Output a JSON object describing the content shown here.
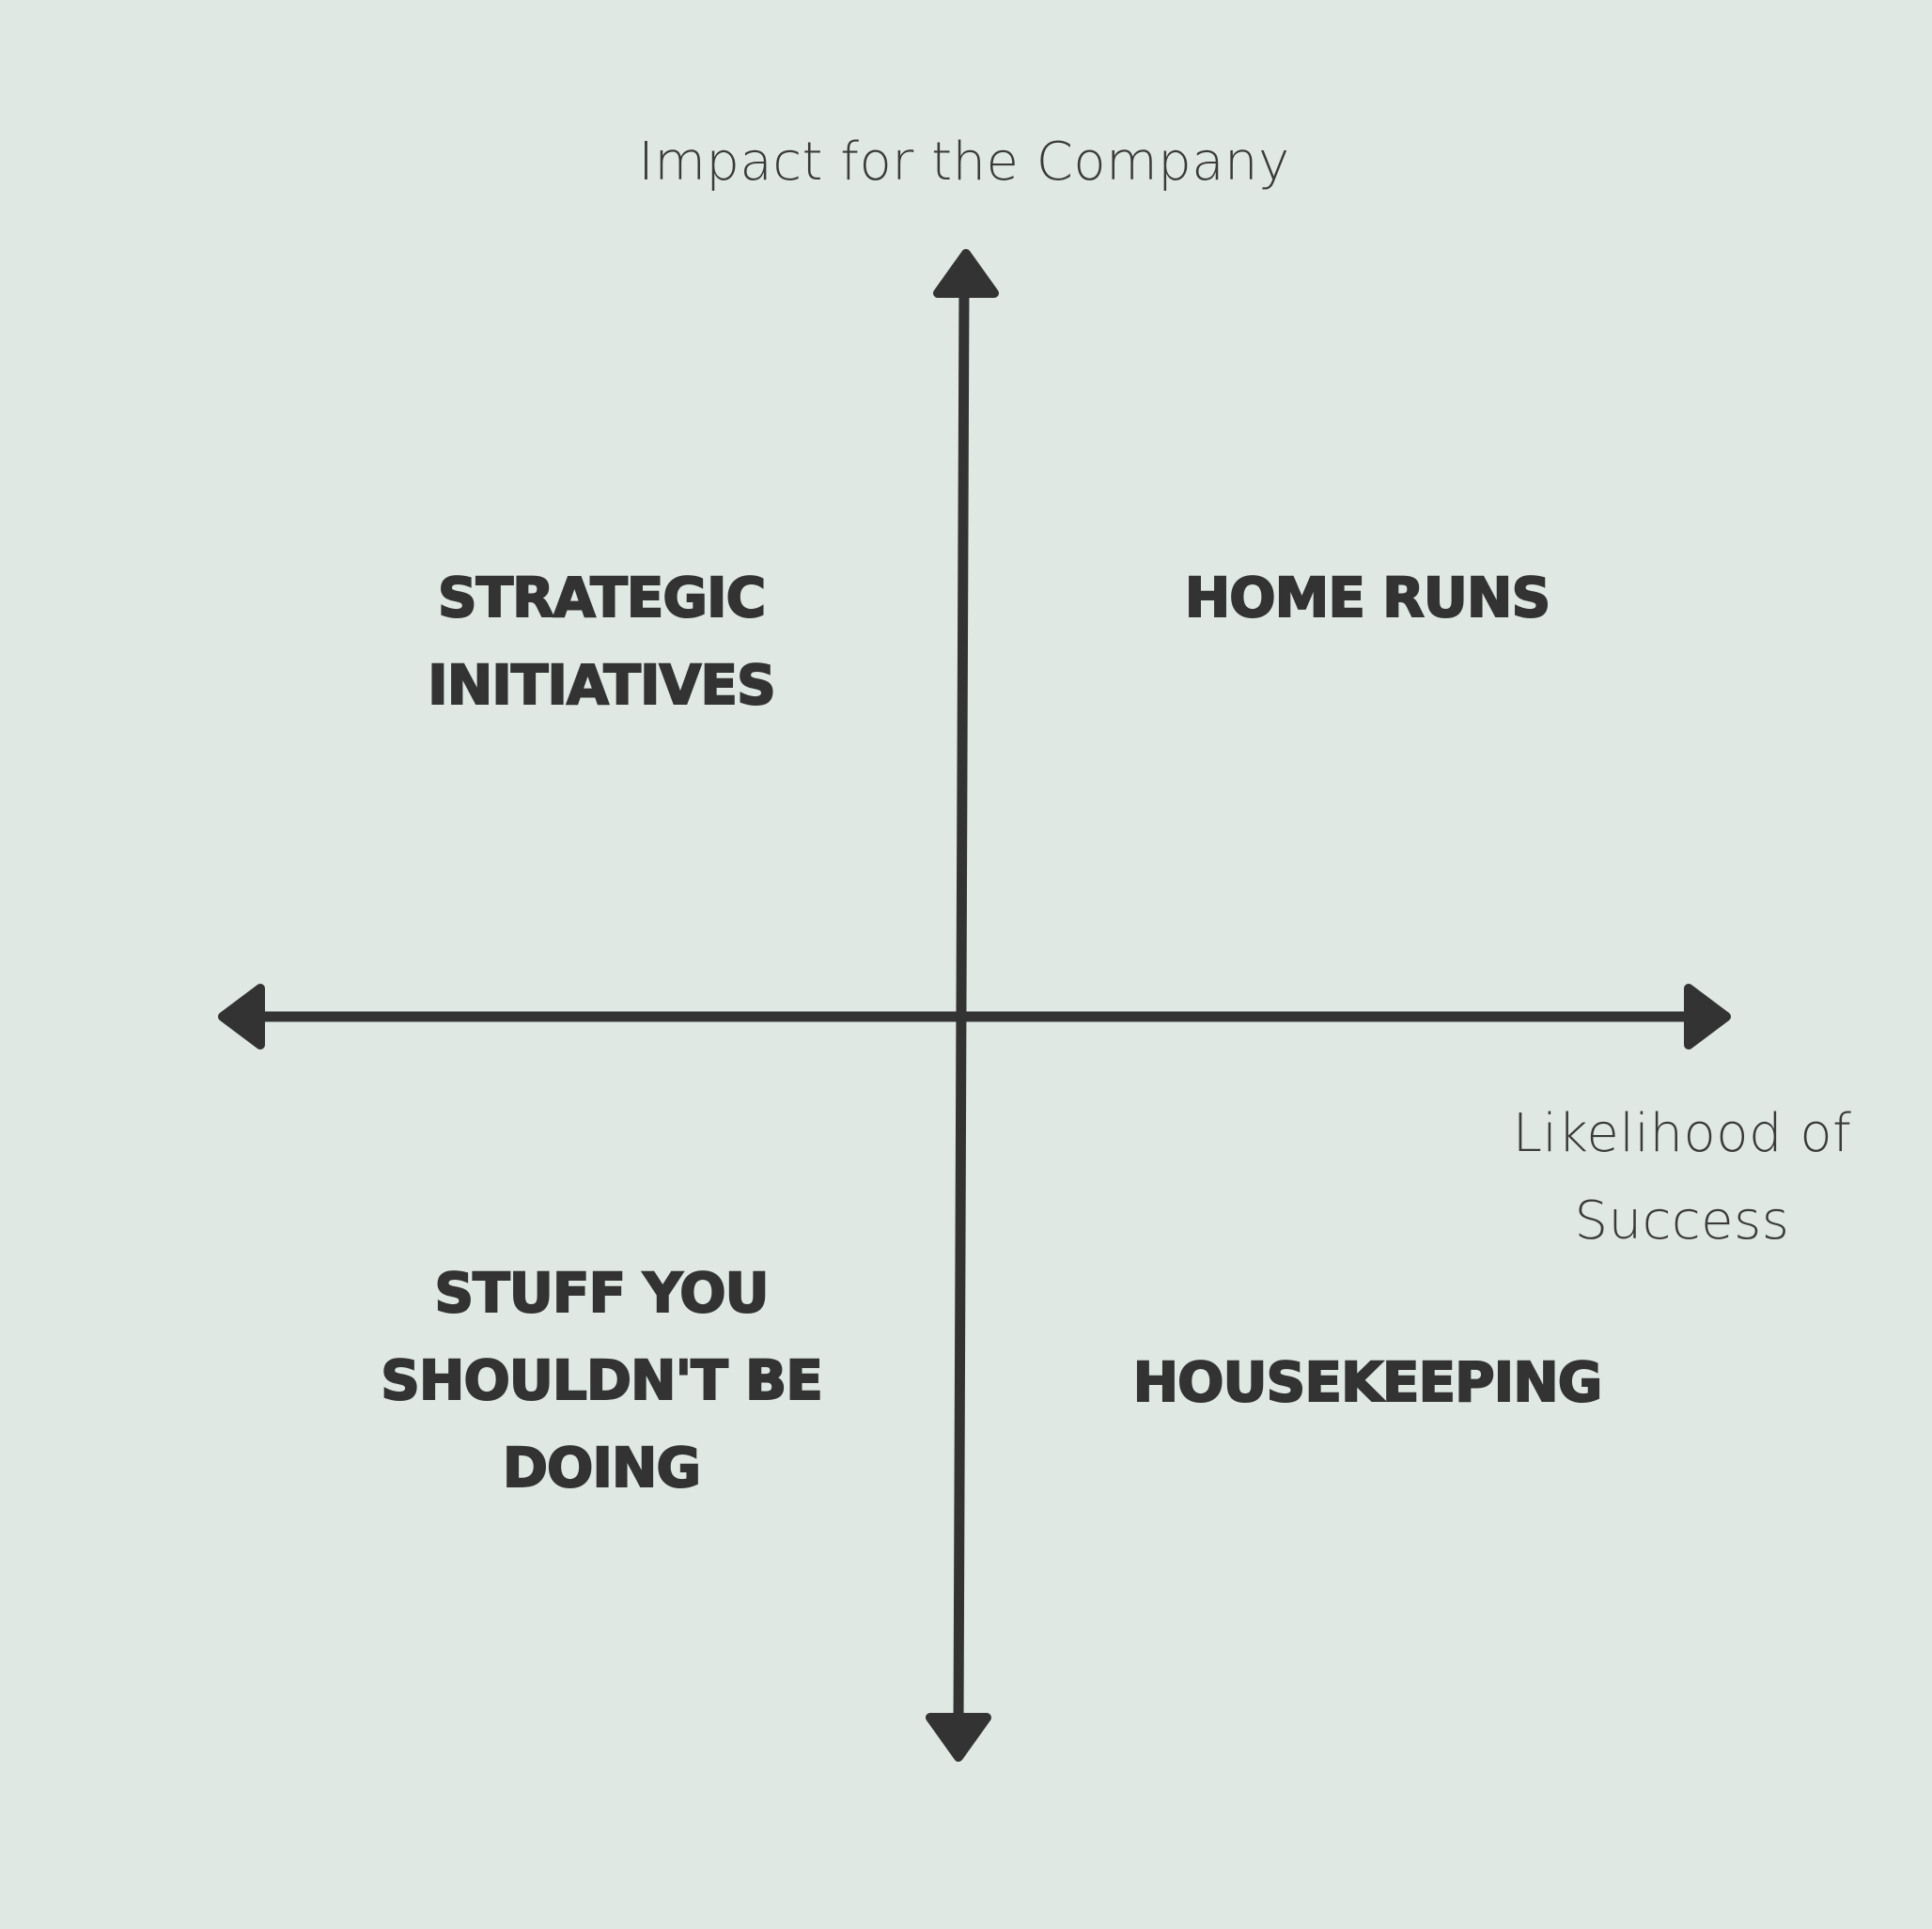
{
  "axes": {
    "y_title": "Impact for the Company",
    "x_title": "Likelihood of Success"
  },
  "quadrants": {
    "top_left": "STRATEGIC INITIATIVES",
    "top_right": "HOME RUNS",
    "bottom_left": "STUFF YOU SHOULDN'T BE DOING",
    "bottom_right": "HOUSEKEEPING"
  },
  "colors": {
    "background": "#dfe8e3",
    "ink": "#333333"
  }
}
